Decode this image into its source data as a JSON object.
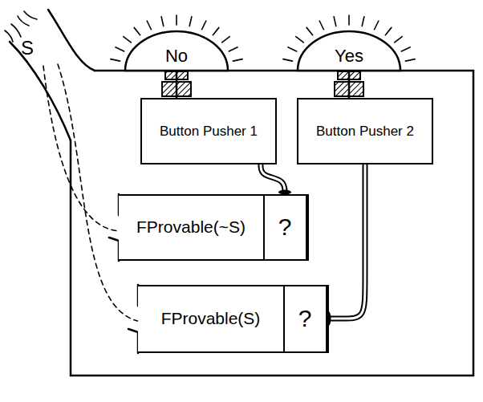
{
  "diagram": {
    "nodes": [
      {
        "text": [
          "No"
        ]
      },
      {
        "text": [
          "Yes"
        ]
      },
      {
        "text": [
          "Button Pusher 1"
        ]
      },
      {
        "text": [
          "Button Pusher 2"
        ]
      },
      {
        "text": [
          "FProvable(~S)"
        ]
      },
      {
        "text": [
          "?"
        ],
        "in": 4
      },
      {
        "text": [
          "FProvable(S)"
        ]
      },
      {
        "text": [
          "?"
        ],
        "in": 6
      }
    ],
    "edges": [
      {
        "from": 2,
        "to": 0,
        "arrow": "none"
      },
      {
        "from": 3,
        "to": 1,
        "arrow": "none"
      },
      {
        "from": 2,
        "to": 5,
        "arrow": "none"
      },
      {
        "from": 3,
        "to": 7,
        "arrow": "none"
      }
    ],
    "labels": [
      "S"
    ]
  }
}
